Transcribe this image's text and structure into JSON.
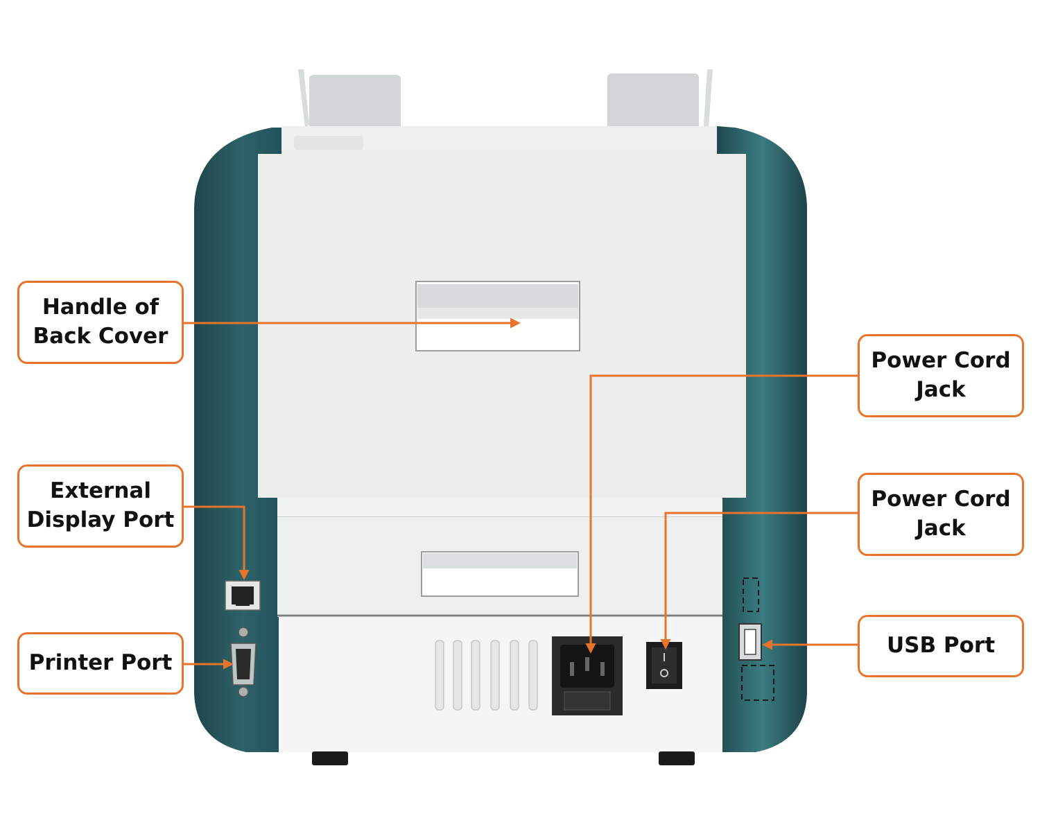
{
  "colors": {
    "accent": "#e8732a",
    "body_teal": "#2a5a60",
    "body_white": "#eff1f0",
    "text": "#111111"
  },
  "callouts": {
    "handle_of_back_cover": {
      "line1": "Handle of",
      "line2": "Back Cover"
    },
    "external_display_port": {
      "line1": "External",
      "line2": "Display Port"
    },
    "printer_port": {
      "label": "Printer Port"
    },
    "power_cord_jack_1": {
      "line1": "Power Cord",
      "line2": "Jack"
    },
    "power_cord_jack_2": {
      "line1": "Power Cord",
      "line2": "Jack"
    },
    "usb_port": {
      "label": "USB Port"
    }
  }
}
